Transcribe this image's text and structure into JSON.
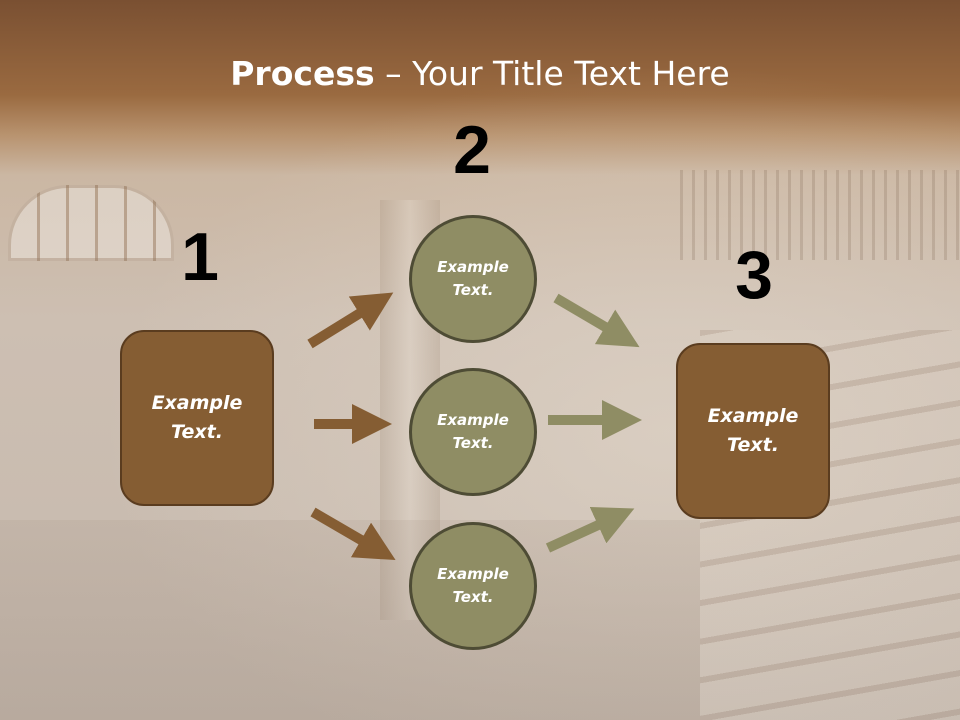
{
  "slide": {
    "title_bold": "Process",
    "title_rest": " – Your Title Text Here"
  },
  "steps": {
    "step1": {
      "number": "1",
      "label": "Example\nText."
    },
    "step2": {
      "number": "2"
    },
    "step3": {
      "number": "3",
      "label": "Example\nText."
    }
  },
  "circles": [
    {
      "label": "Example\nText."
    },
    {
      "label": "Example\nText."
    },
    {
      "label": "Example\nText."
    }
  ],
  "colors": {
    "box_fill": "#855d33",
    "circle_fill": "#8f8d64",
    "arrow_brown": "#855d33",
    "arrow_olive": "#8f8d64",
    "header_band": "#9a6a40"
  }
}
